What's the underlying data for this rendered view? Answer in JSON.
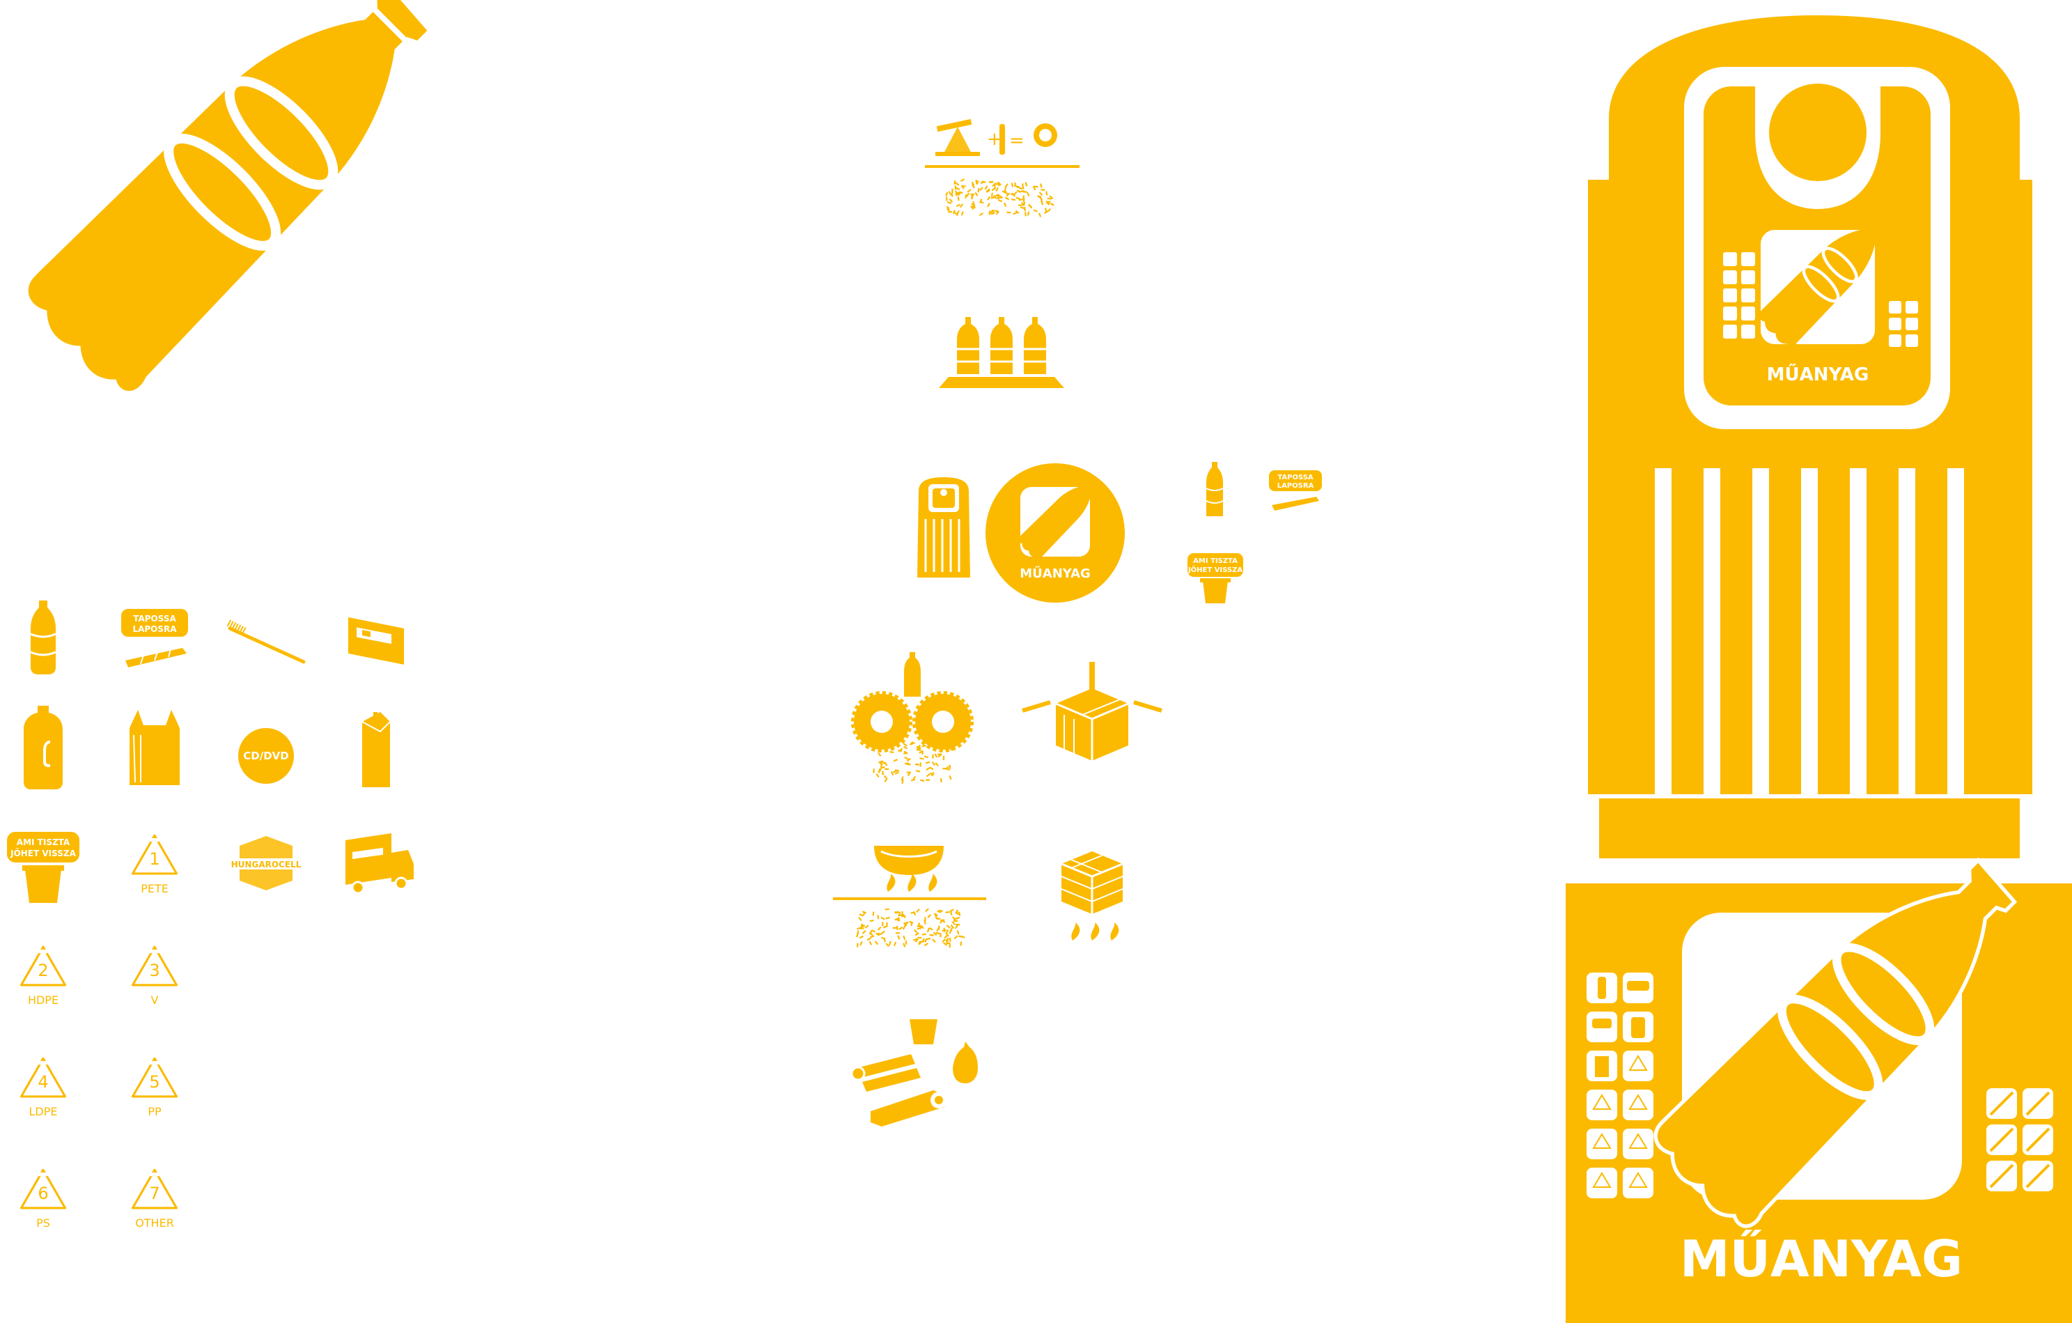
{
  "colors": {
    "accent": "#FBBA00",
    "background": "#FFFFFF",
    "text_on_accent": "#FFFFFF"
  },
  "icons": [
    "plastic-bottle-icon",
    "tread-flat-icon",
    "toothbrush-icon",
    "video-cassette-icon",
    "canister-icon",
    "plastic-bag-icon",
    "cd-dvd-icon",
    "drink-carton-icon",
    "yogurt-cup-icon",
    "recycling-triangle-icon",
    "styrofoam-icon",
    "truck-icon",
    "oil-pump-icon",
    "granules-icon",
    "bottle-pallet-icon",
    "recycling-bin-icon",
    "crusher-rollers-icon",
    "compactor-press-icon",
    "melting-icon",
    "cube-bale-icon",
    "recycled-products-icon"
  ],
  "labels": {
    "tapossa_line1": "TAPOSSA",
    "tapossa_line2": "LAPOSRA",
    "ami_line1": "AMI TISZTA",
    "ami_line2": "JÖHET VISSZA",
    "cd_dvd": "CD/DVD",
    "hungarocell": "HUNGAROCELL",
    "muanyag": "MŰANYAG"
  },
  "recycle_codes": [
    {
      "number": "1",
      "name": "PETE"
    },
    {
      "number": "2",
      "name": "HDPE"
    },
    {
      "number": "3",
      "name": "V"
    },
    {
      "number": "4",
      "name": "LDPE"
    },
    {
      "number": "5",
      "name": "PP"
    },
    {
      "number": "6",
      "name": "PS"
    },
    {
      "number": "7",
      "name": "OTHER"
    }
  ]
}
